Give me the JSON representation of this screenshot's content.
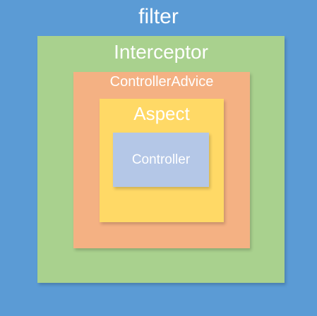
{
  "layers": {
    "filter": {
      "label": "filter",
      "color": "#5b9bd5"
    },
    "interceptor": {
      "label": "Interceptor",
      "color": "#a9d18e"
    },
    "controller_advice": {
      "label": "ControllerAdvice",
      "color": "#f4b183"
    },
    "aspect": {
      "label": "Aspect",
      "color": "#ffd966"
    },
    "controller": {
      "label": "Controller",
      "color": "#b4c7e7"
    }
  }
}
